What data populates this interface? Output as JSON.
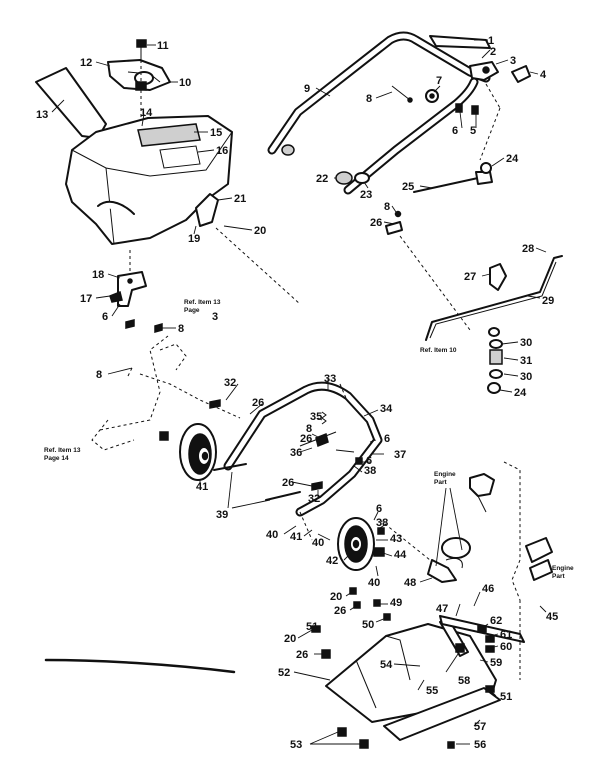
{
  "callouts": {
    "c1": "1",
    "c2": "2",
    "c3": "3",
    "c4": "4",
    "c5": "5",
    "c6": "6",
    "c7": "7",
    "c8": "8",
    "c9": "9",
    "c10": "10",
    "c11": "11",
    "c12": "12",
    "c13": "13",
    "c14": "14",
    "c15": "15",
    "c16": "16",
    "c17": "17",
    "c18": "18",
    "c19": "19",
    "c20": "20",
    "c21": "21",
    "c22": "22",
    "c23": "23",
    "c24": "24",
    "c25": "25",
    "c26": "26",
    "c27": "27",
    "c28": "28",
    "c29": "29",
    "c30": "30",
    "c31": "31",
    "c32": "32",
    "c33": "33",
    "c34": "34",
    "c35": "35",
    "c36": "36",
    "c37": "37",
    "c38": "38",
    "c39": "39",
    "c40": "40",
    "c41": "41",
    "c42": "42",
    "c43": "43",
    "c44": "44",
    "c45": "45",
    "c46": "46",
    "c47": "47",
    "c48": "48",
    "c49": "49",
    "c50": "50",
    "c51": "51",
    "c52": "52",
    "c53": "53",
    "c54": "54",
    "c55": "55",
    "c56": "56",
    "c57": "57",
    "c58": "58",
    "c59": "59",
    "c60": "60",
    "c61": "61",
    "c62": "62",
    "page_ref": "3"
  },
  "notes": {
    "ref13_page3_line1": "Ref. Item 13",
    "ref13_page3_line2": "Page",
    "ref10": "Ref. Item 10",
    "ref13_page14_line1": "Ref. Item 13",
    "ref13_page14_line2": "Page 14",
    "engine_part_top_line1": "Engine",
    "engine_part_top_line2": "Part",
    "engine_part_right_line1": "Engine",
    "engine_part_right_line2": "Part"
  }
}
